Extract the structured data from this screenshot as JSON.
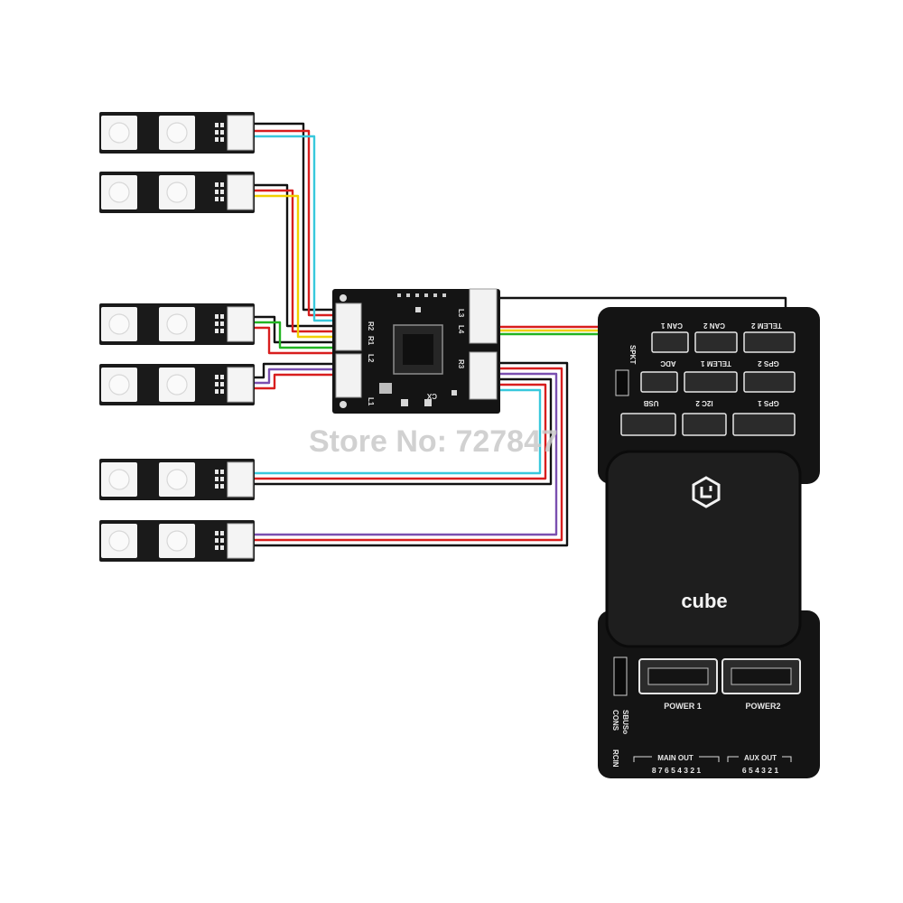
{
  "watermark": "Store No: 727847",
  "colors": {
    "wire_black": "#111111",
    "wire_red": "#d81e1e",
    "wire_cyan": "#38c8dc",
    "wire_yellow": "#f0d000",
    "wire_green": "#22b422",
    "wire_purple": "#7a4fb0",
    "board": "#141414",
    "led_board": "#1a1a1a"
  },
  "hub": {
    "labels": [
      "R2",
      "R1",
      "L2",
      "L1",
      "L3",
      "L4",
      "R3",
      "CX"
    ]
  },
  "controller": {
    "brand": "cube",
    "ports_top": [
      "TELEM 2",
      "CAN 2",
      "CAN 1"
    ],
    "port_row1": [
      "GPS 2",
      "TELEM 1",
      "ADC"
    ],
    "port_row2": [
      "GPS 1",
      "I2C 2",
      "USB"
    ],
    "spkt_label": "SPKT",
    "power_labels": [
      "POWER 1",
      "POWER2"
    ],
    "side_labels": [
      "SBUSo",
      "CONS",
      "RCIN"
    ],
    "main_out_label": "MAIN OUT",
    "aux_out_label": "AUX OUT",
    "main_out_pins": "8 7 6 5 4 3 2 1",
    "aux_out_pins": "6 5 4 3 2 1"
  }
}
